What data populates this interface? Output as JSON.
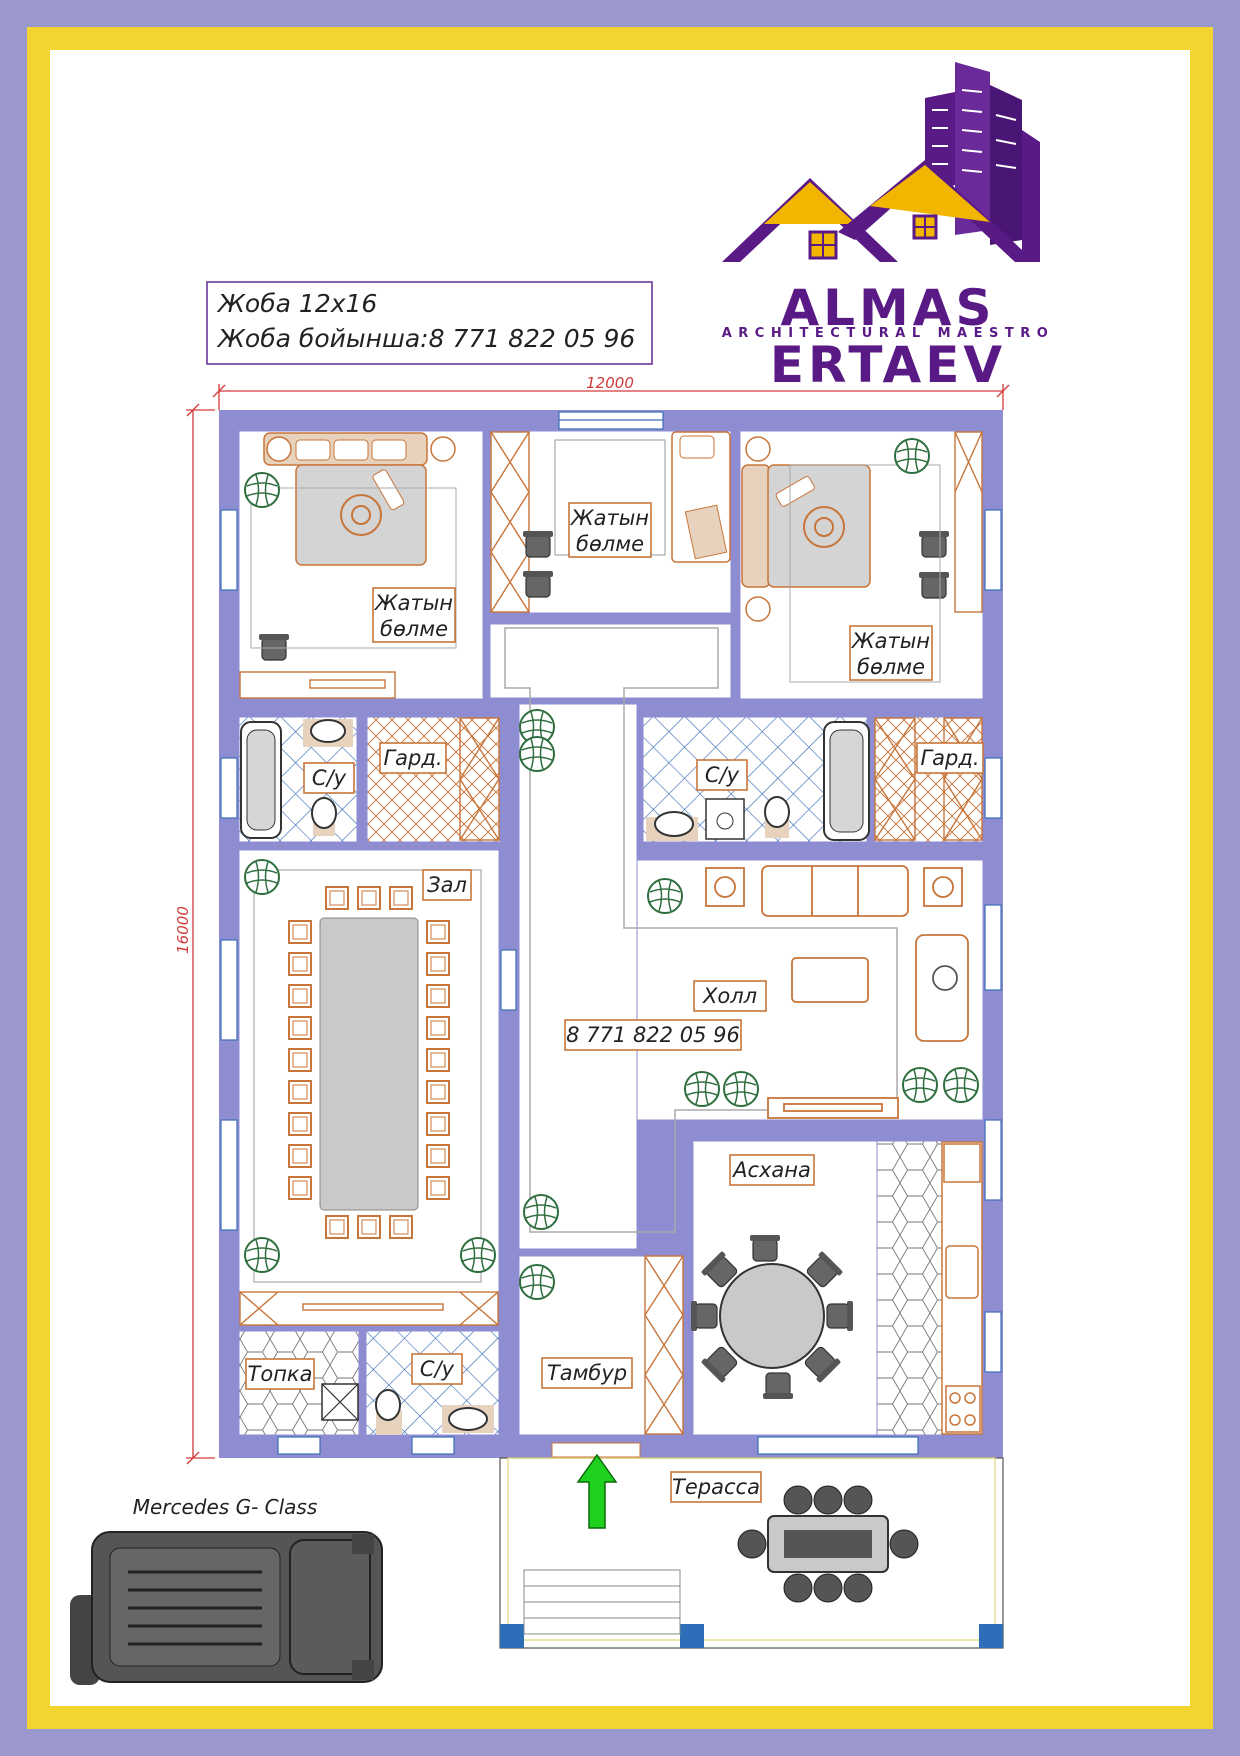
{
  "project": {
    "line1": "Жоба 12х16",
    "line2": "Жоба бойынша:8 771 822 05 96"
  },
  "brand": {
    "name_top": "ALMAS",
    "tagline": "ARCHITECTURAL MAESTRO",
    "name_bottom": "ERTAEV",
    "colors": {
      "purple": "#5a1a86",
      "gold": "#f2b500"
    }
  },
  "dimensions": {
    "width": "12000",
    "height": "16000"
  },
  "rooms": {
    "bedroom_left": [
      "Жатын",
      "бөлме"
    ],
    "bedroom_center": [
      "Жатын",
      "бөлме"
    ],
    "bedroom_right": [
      "Жатын",
      "бөлме"
    ],
    "bath_left": "С/у",
    "wardrobe_left": "Гард.",
    "bath_right": "С/у",
    "wardrobe_right": "Гард.",
    "hall_big": "Зал",
    "lobby": "Холл",
    "phone": "8 771 822 05 96",
    "kitchen": "Асхана",
    "boiler": "Топка",
    "bath_bottom": "С/у",
    "vestibule": "Тамбур",
    "terrace": "Терасса"
  },
  "car_label": "Mercedes G- Class",
  "colors": {
    "page_border": "#9a98cc",
    "inner_frame": "#f2d52f",
    "wall": "#8f8dd1",
    "furniture": "#c8753a",
    "tile": "#3b6fb8",
    "plant": "#2f6e3f",
    "entry_arrow": "#1ed11e",
    "dimension": "#d33a3a"
  }
}
